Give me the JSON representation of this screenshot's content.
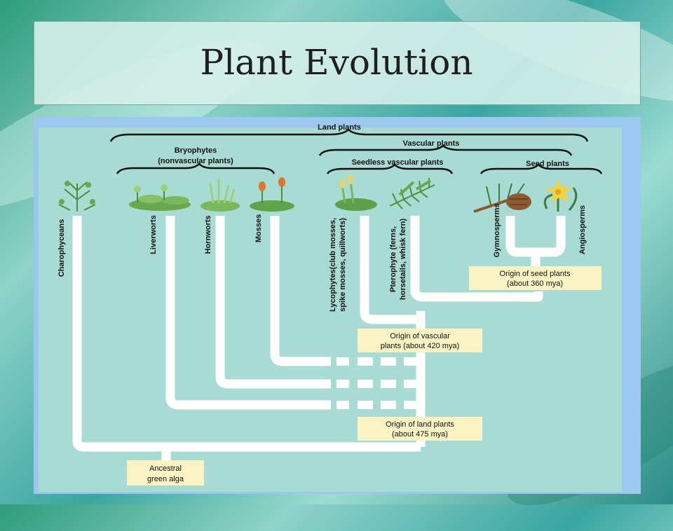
{
  "slide": {
    "title": "Plant Evolution"
  },
  "brackets": {
    "land_plants": "Land plants",
    "vascular_plants": "Vascular plants",
    "bryophytes_line1": "Bryophytes",
    "bryophytes_line2": "(nonvascular plants)",
    "seedless_vascular": "Seedless vascular plants",
    "seed_plants": "Seed plants"
  },
  "taxa": {
    "charophyceans": "Charophyceans",
    "liverworts": "Liverworts",
    "hornworts": "Hornworts",
    "mosses": "Mosses",
    "lycophytes_line1": "Lycophytes(club mosses,",
    "lycophytes_line2": "spike mosses, quillworts)",
    "pterophyte_line1": "Pterophyte (ferns,",
    "pterophyte_line2": "horsetails, whisk fern)",
    "gymnosperms": "Gymnosperms",
    "angiosperms": "Angiosperms"
  },
  "events": {
    "seed_line1": "Origin of seed plants",
    "seed_line2": "(about 360 mya)",
    "vascular_line1": "Origin of vascular",
    "vascular_line2": "plants (about 420 mya)",
    "land_line1": "Origin of land plants",
    "land_line2": "(about 475 mya)",
    "ancestor_line1": "Ancestral",
    "ancestor_line2": "green alga"
  },
  "colors": {
    "branch": "#ffffff",
    "event_box": "#fbf3c4",
    "panel": "#a8dbd4",
    "frame": "#9cc8f0"
  }
}
